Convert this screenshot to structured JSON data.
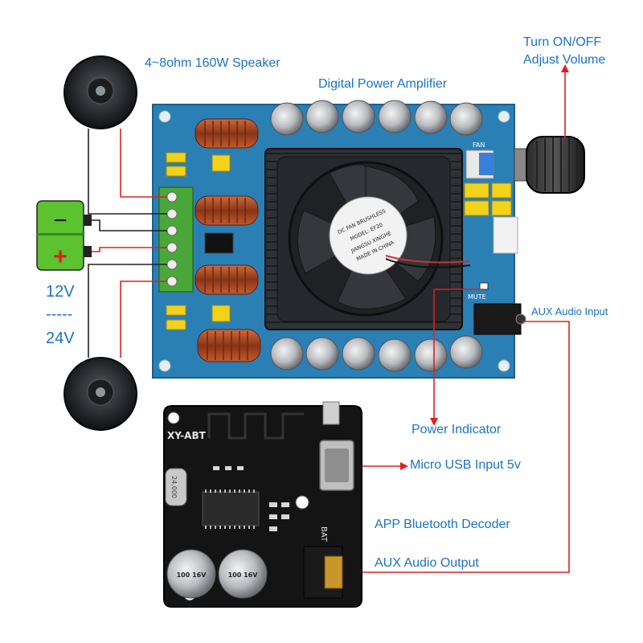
{
  "labels": {
    "speaker": "4~8ohm 160W Speaker",
    "amplifier": "Digital Power Amplifier",
    "turn_on_off": "Turn ON/OFF",
    "adjust_volume": "Adjust Volume",
    "aux_input": "AUX Audio Input",
    "power_indicator": "Power Indicator",
    "micro_usb": "Micro USB Input 5v",
    "bt_decoder": "APP Bluetooth Decoder",
    "aux_output": "AUX Audio Output",
    "volt_min": "12V",
    "volt_sep": "-----",
    "volt_max": "24V"
  },
  "battery": {
    "minus": "−",
    "plus": "+"
  },
  "board_marks": {
    "fan_text_1": "DC FAN BRUSHLESS",
    "fan_text_2": "MODEL: EF20",
    "fan_text_3": "JIANGSU XINGHE",
    "fan_text_4": "MADE IN CHINA",
    "mute": "MUTE",
    "fan": "FAN",
    "bt_model": "XY-ABT",
    "bat": "BAT",
    "cap_1": "100 16V",
    "cap_2": "100 16V",
    "crystal": "24.000"
  },
  "colors": {
    "label_blue": "#1a73c8",
    "wire_red": "#e02020",
    "board_blue": "#2a7fb5",
    "battery_green": "#5cc230"
  }
}
